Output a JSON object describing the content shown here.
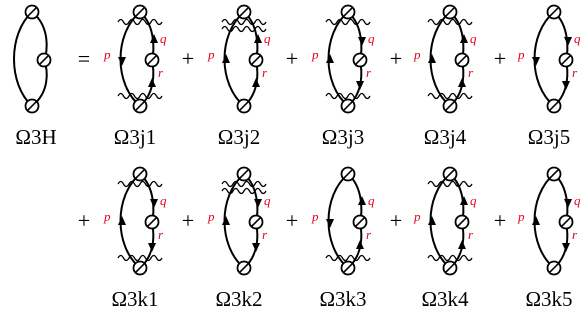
{
  "colors": {
    "line": "#000000",
    "label": "#e0001b"
  },
  "operators": {
    "equals": "=",
    "plus": "+"
  },
  "momenta": {
    "p": "p",
    "q": "q",
    "r": "r"
  },
  "lhs": {
    "caption": "Ω3H"
  },
  "row1": [
    {
      "caption": "Ω3j1",
      "left_arrow": "down",
      "right_arrow": "up",
      "wiggles": [
        "top",
        "bottom"
      ]
    },
    {
      "caption": "Ω3j2",
      "left_arrow": "up",
      "right_arrow": "up",
      "wiggles": [
        "top",
        "top2"
      ]
    },
    {
      "caption": "Ω3j3",
      "left_arrow": "up",
      "right_arrow": "down",
      "wiggles": [
        "top",
        "bottom"
      ]
    },
    {
      "caption": "Ω3j4",
      "left_arrow": "up",
      "right_arrow": "up",
      "wiggles": [
        "top",
        "bottom"
      ]
    },
    {
      "caption": "Ω3j5",
      "left_arrow": "down",
      "right_arrow": "down",
      "wiggles": []
    }
  ],
  "row2": [
    {
      "caption": "Ω3k1",
      "left_arrow": "up",
      "right_arrow": "down",
      "wiggles": [
        "top",
        "bottom"
      ]
    },
    {
      "caption": "Ω3k2",
      "left_arrow": "up",
      "right_arrow": "down",
      "wiggles": [
        "top",
        "top2"
      ]
    },
    {
      "caption": "Ω3k3",
      "left_arrow": "down",
      "right_arrow": "up",
      "wiggles": [
        "bottom"
      ]
    },
    {
      "caption": "Ω3k4",
      "left_arrow": "up",
      "right_arrow": "up",
      "wiggles": [
        "top",
        "bottom"
      ]
    },
    {
      "caption": "Ω3k5",
      "left_arrow": "up",
      "right_arrow": "down",
      "wiggles": []
    }
  ]
}
